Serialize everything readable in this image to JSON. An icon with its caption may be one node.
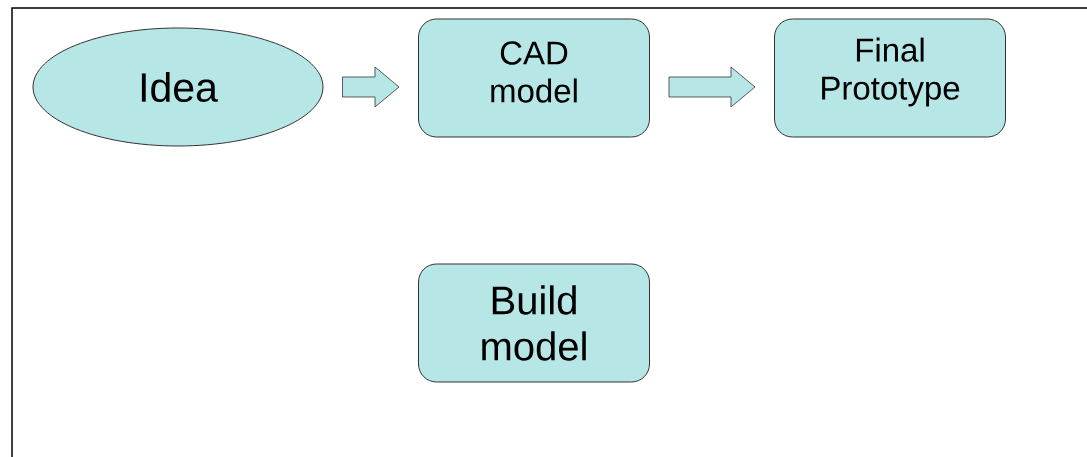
{
  "diagram": {
    "nodes": [
      {
        "text": [
          "Idea"
        ]
      },
      {
        "text": [
          "CAD model"
        ]
      },
      {
        "text": [
          "Final Prototype"
        ]
      },
      {
        "text": [
          "Build model"
        ]
      }
    ],
    "edges": [
      {
        "from": 0,
        "to": 1,
        "arrow": "to"
      },
      {
        "from": 1,
        "to": 2,
        "arrow": "to"
      }
    ]
  }
}
